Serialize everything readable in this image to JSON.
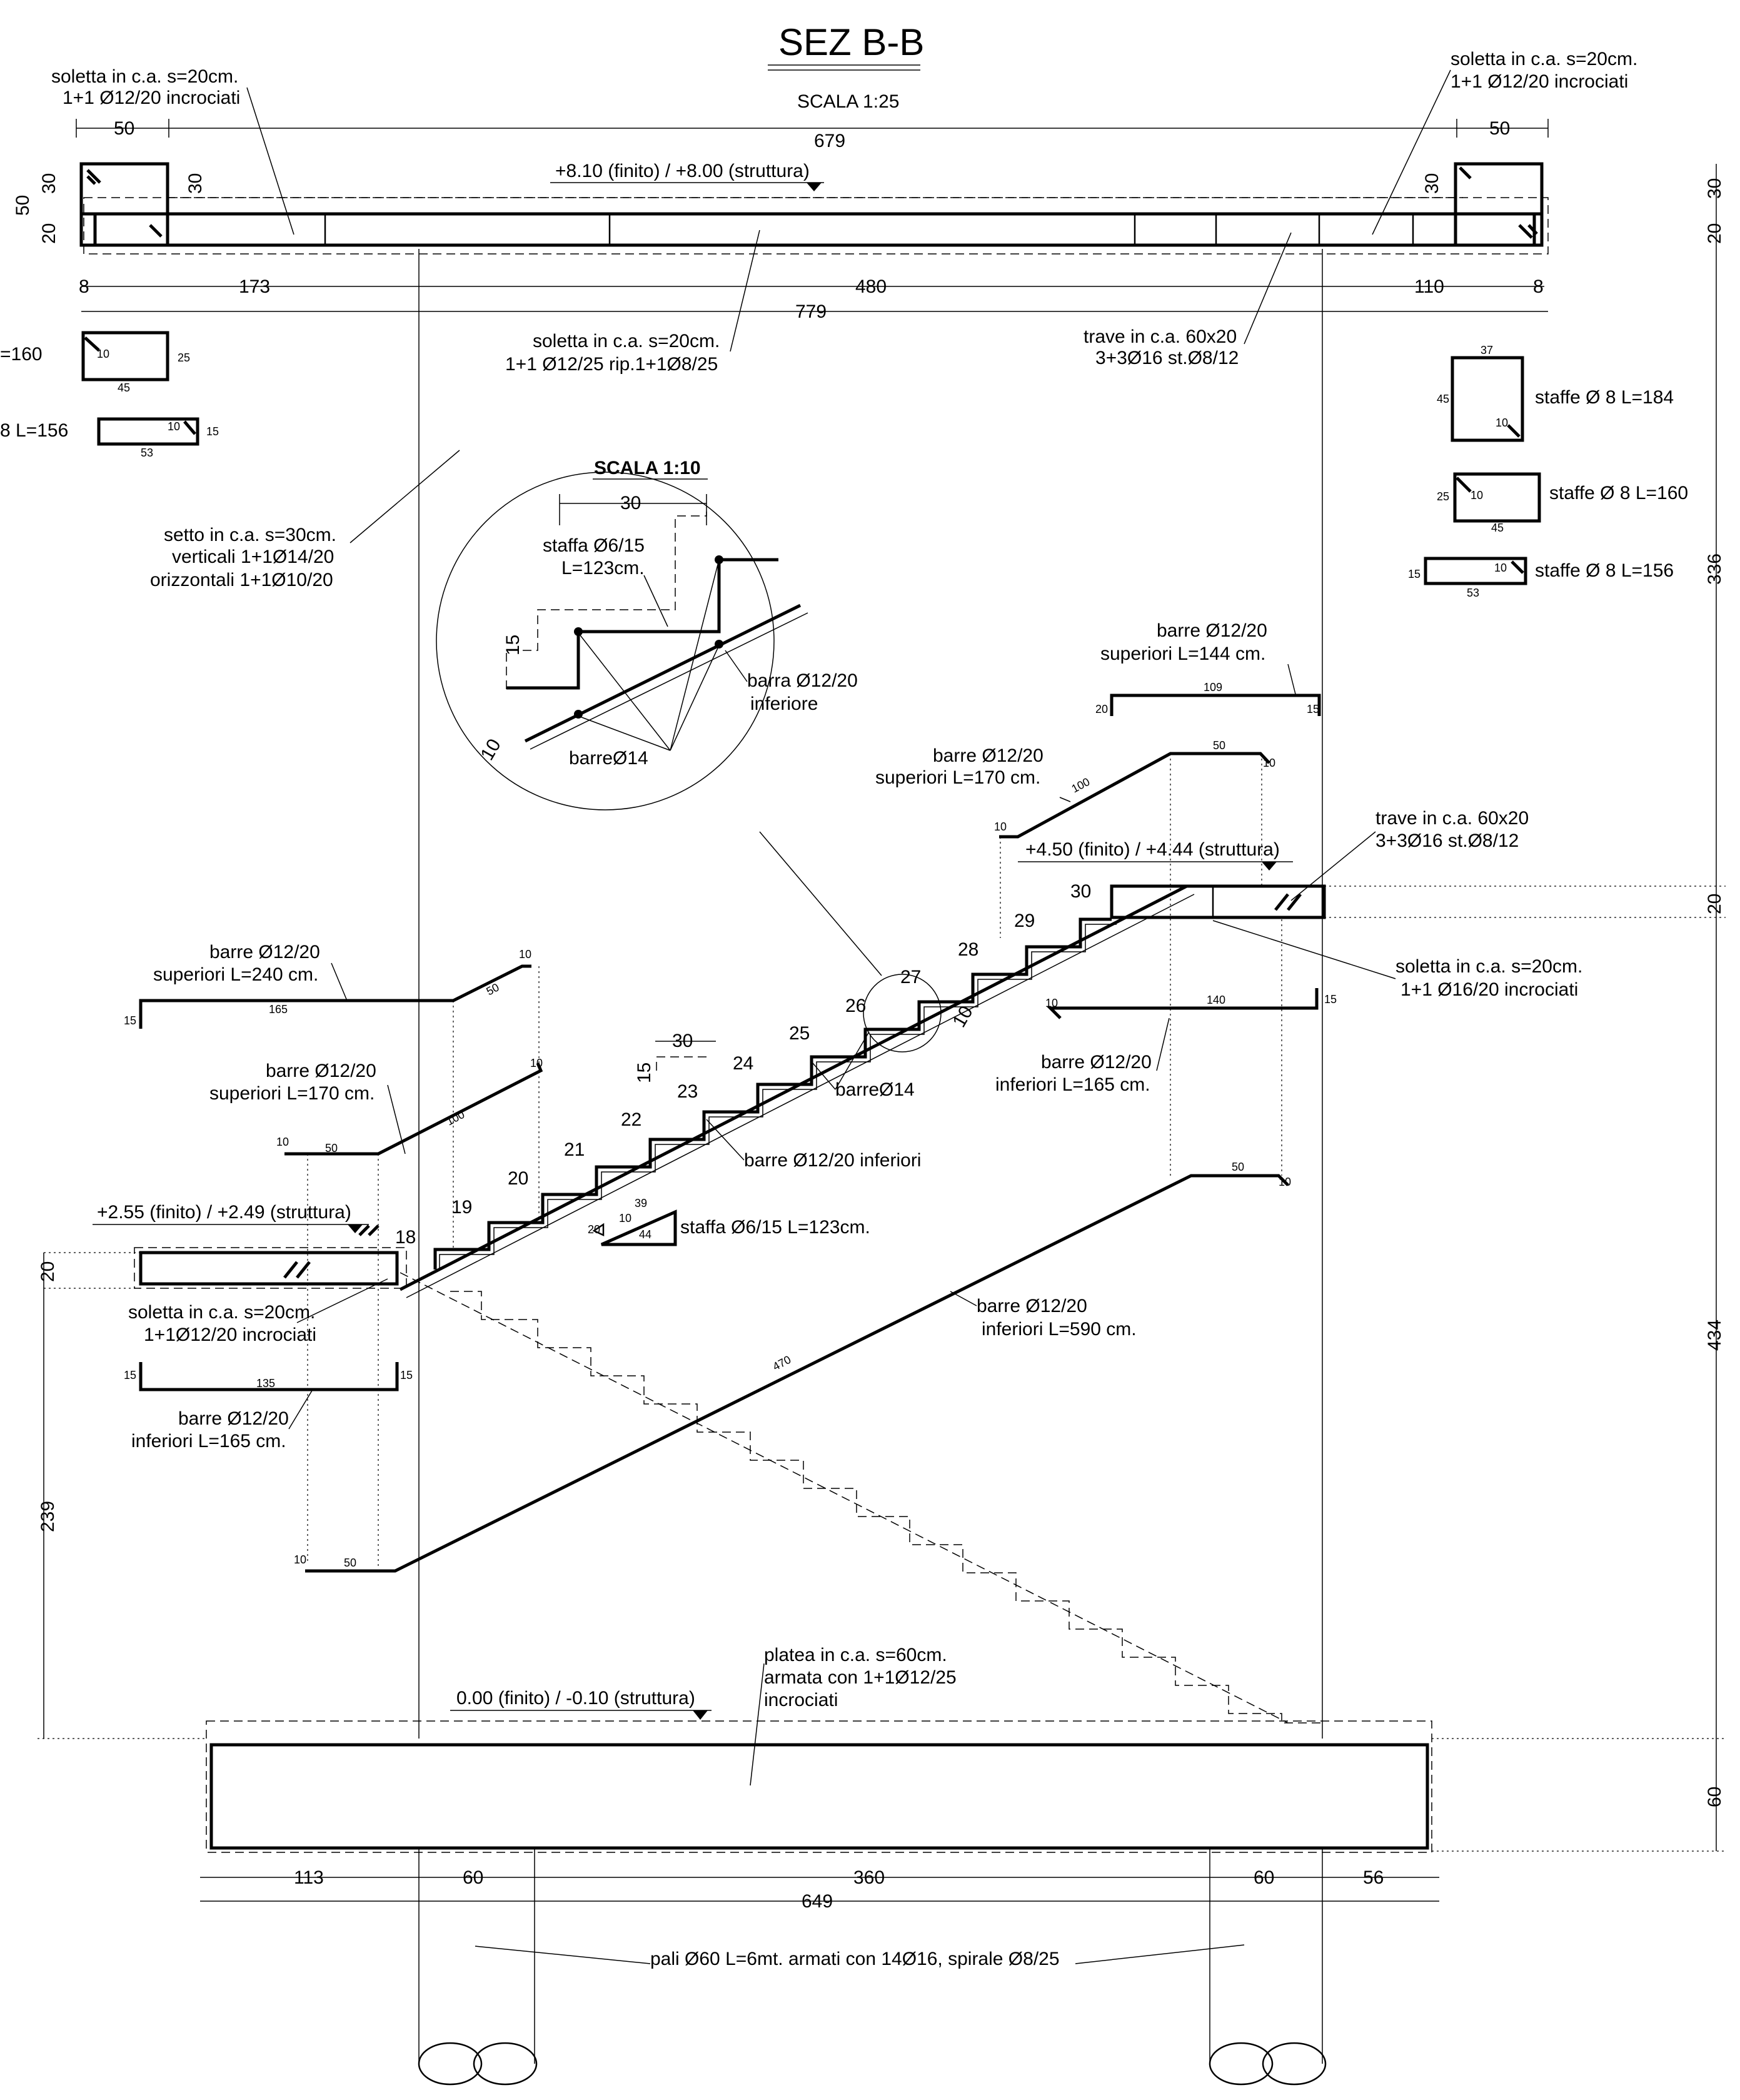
{
  "title": "SEZ B-B",
  "scale": "SCALA 1:25",
  "detail_scale": "SCALA 1:10",
  "levels": {
    "top": "+8.10 (finito) / +8.00 (struttura)",
    "landing_upper": "+4.50 (finito) / +4.44 (struttura)",
    "landing_lower": "+2.55 (finito) / +2.49 (struttura)",
    "ground": "0.00 (finito) / -0.10 (struttura)"
  },
  "notes": {
    "top_left_slab_1": "soletta in c.a. s=20cm.",
    "top_left_slab_2": "1+1 Ø12/20 incrociati",
    "top_right_slab_1": "soletta in c.a. s=20cm.",
    "top_right_slab_2": "1+1 Ø12/20 incrociati",
    "top_mid_slab_1": "soletta in c.a. s=20cm.",
    "top_mid_slab_2": "1+1 Ø12/25 rip.1+1Ø8/25",
    "top_beam_1": "trave in c.a. 60x20",
    "top_beam_2": "3+3Ø16 st.Ø8/12",
    "wall_1": "setto in c.a. s=30cm.",
    "wall_2": "verticali 1+1Ø14/20",
    "wall_3": "orizzontali 1+1Ø10/20",
    "detail_stirrup_1": "staffa Ø6/15",
    "detail_stirrup_2": "L=123cm.",
    "detail_bar_1": "barra Ø12/20",
    "detail_bar_2": "inferiore",
    "detail_bars14": "barreØ14",
    "staffe_184": "staffe Ø 8 L=184",
    "staffe_160": "staffe Ø 8 L=160",
    "staffe_156": "staffe Ø 8 L=156",
    "left_160": "=160",
    "left_156": "8 L=156",
    "sup144_1": "barre Ø12/20",
    "sup144_2": "superiori L=144 cm.",
    "sup170r_1": "barre Ø12/20",
    "sup170r_2": "superiori L=170 cm.",
    "beam_mid_1": "trave in c.a. 60x20",
    "beam_mid_2": "3+3Ø16 st.Ø8/12",
    "slab16_1": "soletta in c.a. s=20cm.",
    "slab16_2": "1+1 Ø16/20 incrociati",
    "sup240_1": "barre Ø12/20",
    "sup240_2": "superiori L=240 cm.",
    "sup170l_1": "barre Ø12/20",
    "sup170l_2": "superiori L=170 cm.",
    "inf165r_1": "barre Ø12/20",
    "inf165r_2": "inferiori L=165 cm.",
    "bars14": "barreØ14",
    "inf_bars": "barre Ø12/20 inferiori",
    "stirrup": "staffa Ø6/15 L=123cm.",
    "inf590_1": "barre Ø12/20",
    "inf590_2": "inferiori L=590 cm.",
    "slab_low_1": "soletta in c.a. s=20cm.",
    "slab_low_2": "1+1Ø12/20 incrociati",
    "inf165l_1": "barre Ø12/20",
    "inf165l_2": "inferiori L=165 cm.",
    "raft_1": "platea in c.a. s=60cm.",
    "raft_2": "armata con 1+1Ø12/25",
    "raft_3": "incrociati",
    "piles": "pali Ø60 L=6mt. armati con 14Ø16, spirale Ø8/25"
  },
  "dims": {
    "top_50_left": "50",
    "top_679": "679",
    "top_50_right": "50",
    "h50": "50",
    "h30a": "30",
    "h20a": "20",
    "h30b": "30",
    "h30c": "30",
    "r30": "30",
    "r20": "20",
    "b8l": "8",
    "b173": "173",
    "b480": "480",
    "b110": "110",
    "b8r": "8",
    "b779": "779",
    "r336": "336",
    "r20b": "20",
    "r434": "434",
    "r60": "60",
    "l20": "20",
    "l239": "239",
    "f113": "113",
    "f60a": "60",
    "f360": "360",
    "f60b": "60",
    "f56": "56",
    "f649": "649",
    "tread": "30",
    "riser": "15",
    "d_tread": "30",
    "d_riser": "15",
    "d_slab": "10"
  },
  "steps": [
    "18",
    "19",
    "20",
    "21",
    "22",
    "23",
    "24",
    "25",
    "26",
    "27",
    "28",
    "29",
    "30"
  ],
  "small": {
    "s10a": "10",
    "s25a": "25",
    "s45a": "45",
    "s10b": "10",
    "s15b": "15",
    "s53b": "53",
    "r37": "37",
    "r45": "45",
    "r10": "10",
    "r25": "25",
    "r10b": "10",
    "r45b": "45",
    "r15": "15",
    "r10c": "10",
    "r53": "53",
    "b20": "20",
    "b109": "109",
    "b15": "15",
    "c50": "50",
    "c10": "10",
    "c100": "100",
    "c10b": "10",
    "m10": "10",
    "m140": "140",
    "m15": "15",
    "l15": "15",
    "l165": "165",
    "l10": "10",
    "l50": "50",
    "l10b": "10",
    "l100": "100",
    "l10c": "10",
    "l50b": "50",
    "st20": "20",
    "st10": "10",
    "st39": "39",
    "st44": "44",
    "f50": "50",
    "f10": "10",
    "f470": "470",
    "lo15": "15",
    "lo135": "135",
    "lo15b": "15",
    "lo10": "10",
    "lo50": "50"
  }
}
